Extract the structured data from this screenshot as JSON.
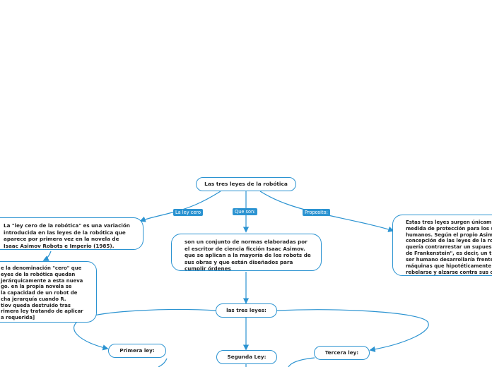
{
  "root": {
    "label": "Las tres leyes de la robótica"
  },
  "branches": {
    "ley_cero": "La ley cero",
    "que_son": "Que son:",
    "proposito": "Proposito:"
  },
  "nodes": {
    "ley_cero_text": "La \"ley cero de la robótica\" es una variación\nintroducida en las leyes de la robótica que\naparece por primera vez en la novela de\nIsaac Asimov Robots e Imperio (1985).",
    "ley_cero_detail": "e la denominación \"cero\" que\neyes de la robótica quedan\njerárquicamente a esta nueva\ngo. en la propia novela se\nla capacidad de un robot de\ncha jerarquía cuando R.\ntiov queda destruido tras\nrimera ley tratando de aplicar\na requerida]",
    "que_son_text": "son un conjunto de normas elaboradas por\nel escritor de ciencia ficción Isaac Asimov.\nque se aplican a la mayoría de los robots de\nsus obras y que están diseñados para\ncumplir órdenes",
    "proposito_text": "Estas tres leyes surgen únicam\nmedida de protección para los s\nhumanos. Según el propio Asim\nconcepción de las leyes de la ro\nquería contrarrestar un supues\nde Frankenstein\", es decir, un t\nser humano desarrollaría frente\nmáquinas que hipotéticamente\nrebelarse y alzarse contra sus c",
    "tres_leyes": "las tres leyes:",
    "primera": "Primera ley:",
    "segunda": "Segunda Ley:",
    "tercera": "Tercera ley:"
  },
  "colors": {
    "accent": "#2b93d1",
    "text": "#222222",
    "background": "#ffffff"
  }
}
